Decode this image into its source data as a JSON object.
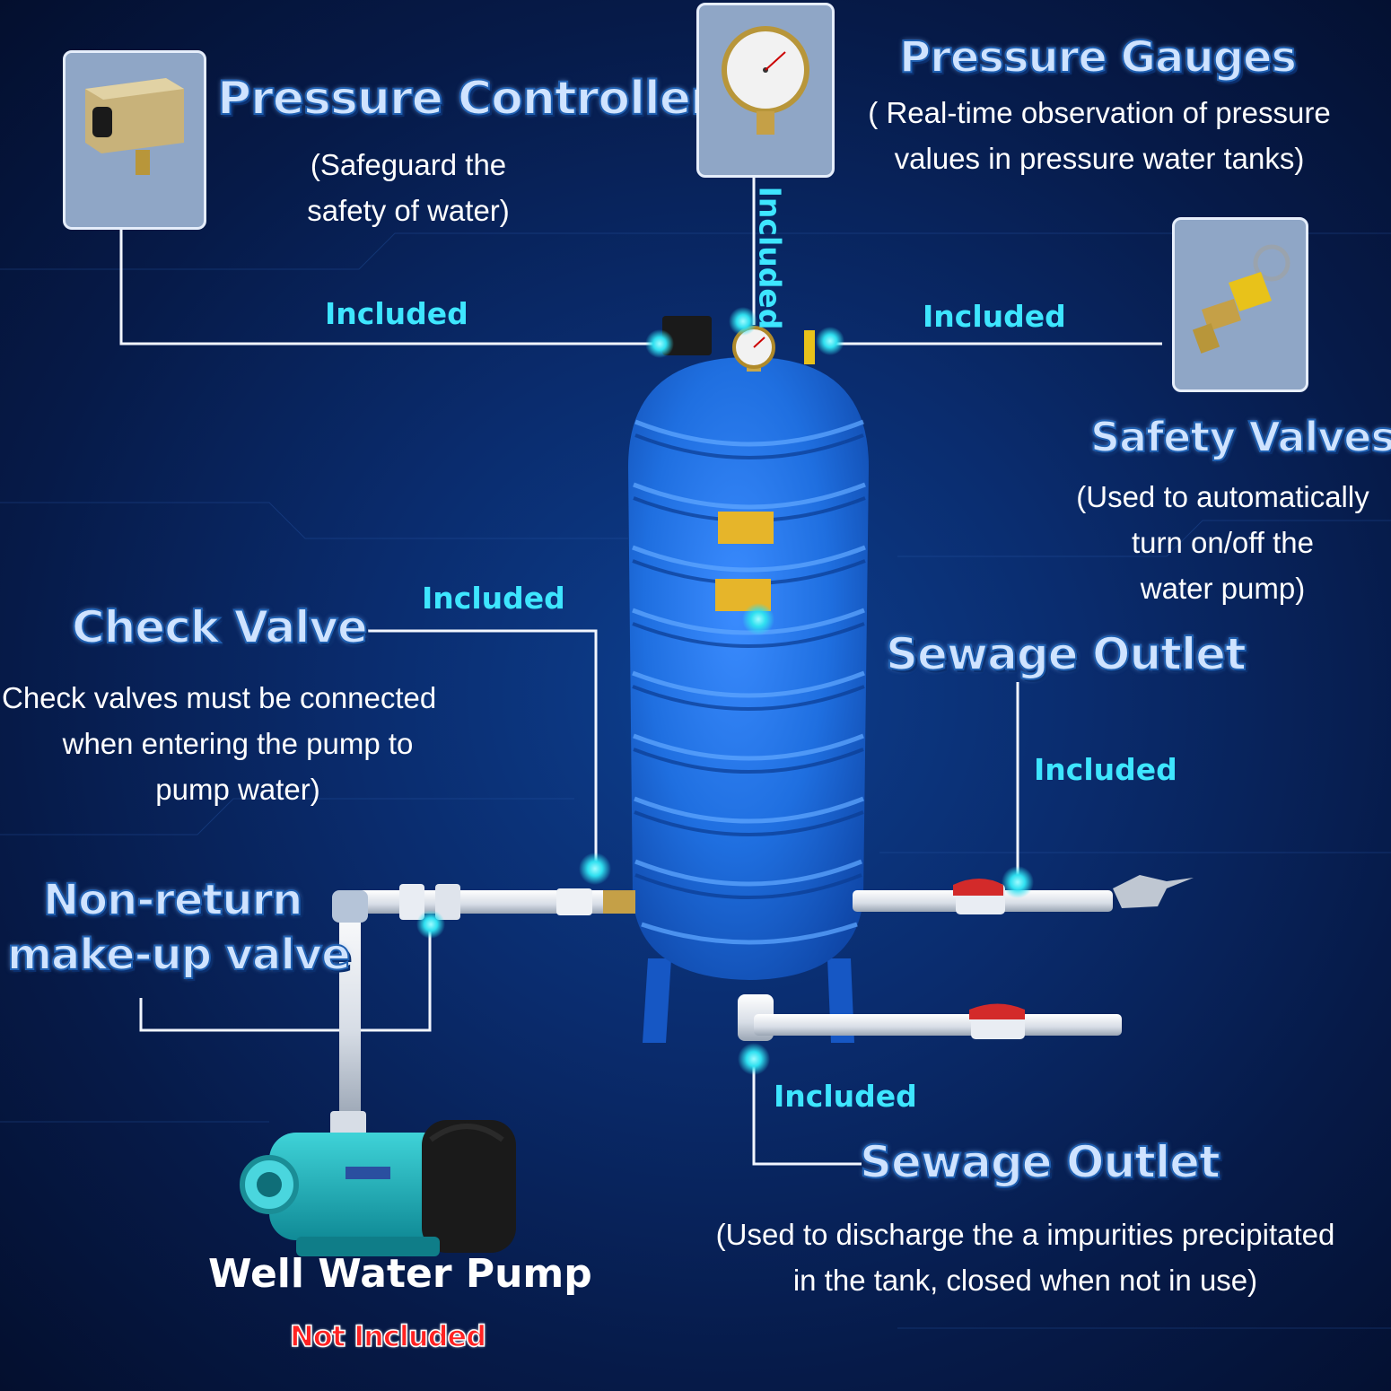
{
  "components": {
    "pressure_controller": {
      "title": "Pressure Controller",
      "desc_lines": [
        "(Safeguard the",
        "safety of water)"
      ],
      "status": "Included"
    },
    "pressure_gauges": {
      "title": "Pressure Gauges",
      "desc_lines": [
        "( Real-time observation of pressure",
        "values in pressure water tanks)"
      ],
      "status": "Included"
    },
    "safety_valves": {
      "title": "Safety Valves",
      "desc_lines": [
        "(Used to automatically",
        "turn on/off the",
        "water pump)"
      ],
      "status": "Included"
    },
    "check_valve": {
      "title": "Check Valve",
      "desc_lines": [
        "Check valves must be connected",
        "when entering the pump to",
        "pump water)"
      ],
      "status": "Included"
    },
    "sewage_outlet_upper": {
      "title": "Sewage Outlet",
      "status": "Included"
    },
    "non_return_valve": {
      "title_lines": [
        "Non-return",
        "make-up valve"
      ]
    },
    "sewage_outlet_lower": {
      "title": "Sewage Outlet",
      "desc_lines": [
        "(Used to discharge the a impurities precipitated",
        "in the tank, closed when not in use)"
      ],
      "status": "Included"
    },
    "well_water_pump": {
      "title": "Well Water Pump",
      "status": "Not Included"
    }
  },
  "colors": {
    "included": "#3ee6ff",
    "not_included": "#ff2222",
    "title_fill": "#cfe3ff",
    "tank": "#1f6fe0"
  },
  "icons": [
    "pressure-switch-icon",
    "pressure-gauge-icon",
    "safety-valve-icon",
    "water-tank-icon",
    "water-pump-icon"
  ]
}
